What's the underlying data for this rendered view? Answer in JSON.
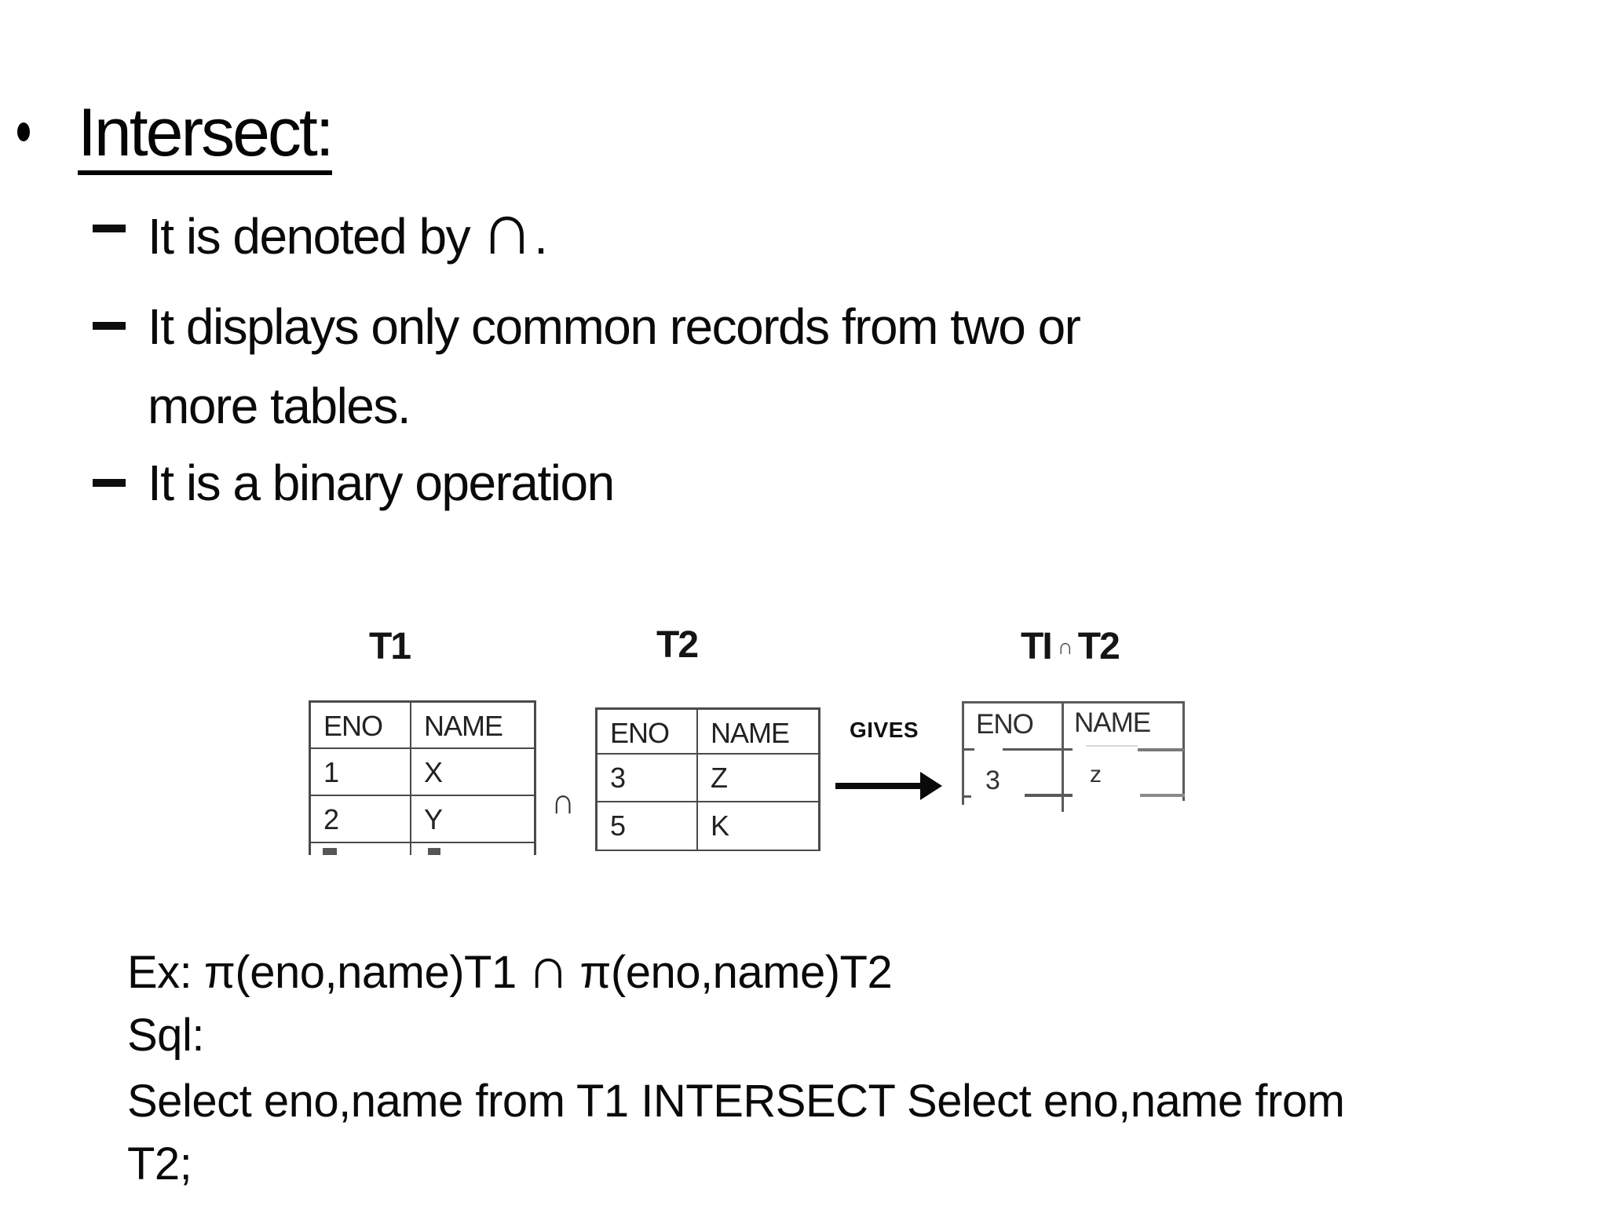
{
  "slide": {
    "title": "Intersect:",
    "bullets": {
      "b1": {
        "pre": "It is denoted by",
        "op": "∩",
        "post": "."
      },
      "b2": {
        "line1": "It displays only common records from two or",
        "line2": "more tables."
      },
      "b3": {
        "text": "It is a binary operation"
      }
    },
    "diagram": {
      "t1": {
        "label": "T1",
        "col1": "ENO",
        "col2": "NAME",
        "r1c1": "1",
        "r1c2": "X",
        "r2c1": "2",
        "r2c2": "Y"
      },
      "operator": "∩",
      "t2": {
        "label": "T2",
        "col1": "ENO",
        "col2": "NAME",
        "r1c1": "3",
        "r1c2": "Z",
        "r2c1": "5",
        "r2c2": "K"
      },
      "gives": "GIVES",
      "result": {
        "label_left": "TI",
        "label_op": "∩",
        "label_right": "T2",
        "col1": "ENO",
        "col2": "NAME",
        "r1c1": "3",
        "r1c2": "z"
      }
    },
    "example": {
      "ex_pre": "Ex: π(eno,name)T1",
      "ex_op": "∩",
      "ex_post": "π(eno,name)T2",
      "sql_label": "Sql:",
      "sql_line1": "Select eno,name from T1 INTERSECT Select eno,name from",
      "sql_line2": "T2;"
    }
  }
}
